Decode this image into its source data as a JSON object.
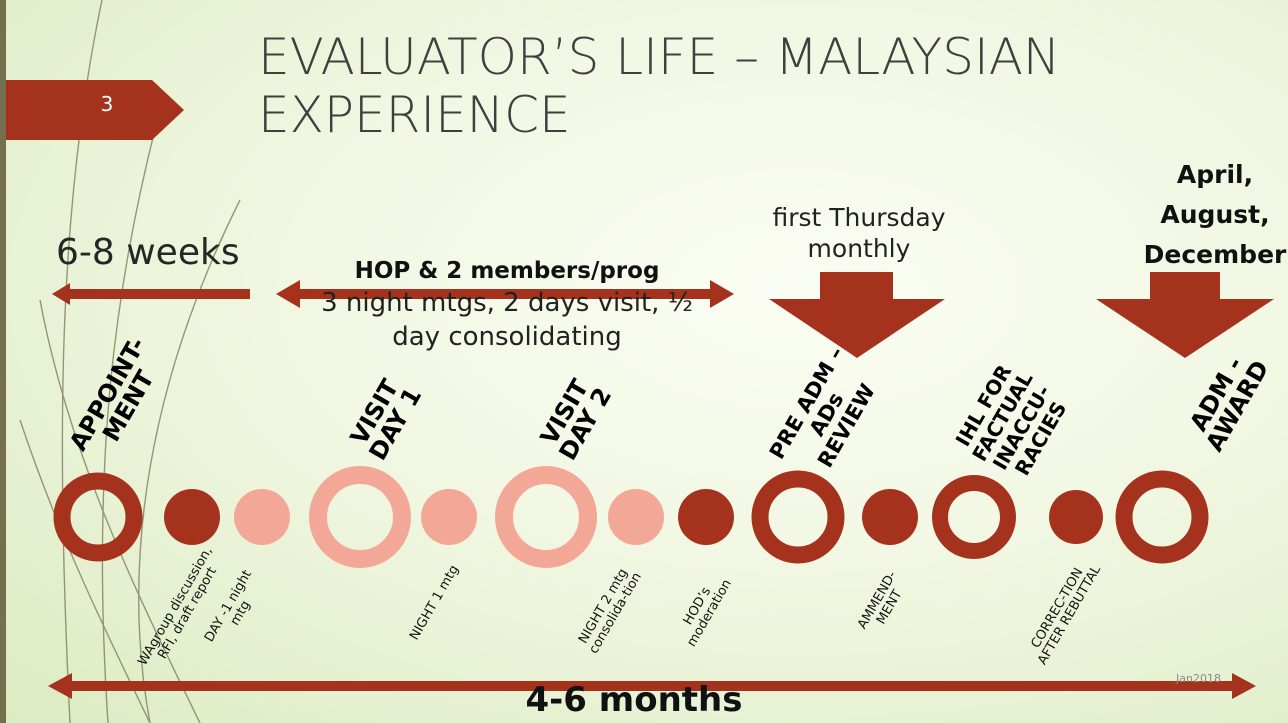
{
  "slide": {
    "number": "3",
    "title_line1": "EVALUATOR’S LIFE – MALAYSIAN",
    "title_line2": "EXPERIENCE",
    "footer_date": "Jan2018"
  },
  "callouts": {
    "weeks": "6-8 weeks",
    "hop_title": "HOP & 2 members/prog",
    "hop_detail": "3 night mtgs, 2 days visit, ½ day consolidating",
    "first_thursday": "first Thursday monthly",
    "award_months": "April, August, December",
    "total_duration": "4-6 months"
  },
  "stages": [
    {
      "label": "APPOINT-MENT"
    },
    {
      "label": "VISIT DAY 1"
    },
    {
      "label": "VISIT DAY 2"
    },
    {
      "label": "PRE ADM – ADs REVIEW"
    },
    {
      "label": "IHL FOR FACTUAL INACCU-RACIES"
    },
    {
      "label": "ADM - AWARD"
    }
  ],
  "substeps": [
    {
      "label": "WAgroup discussion, RFI, draft report"
    },
    {
      "label": "DAY -1 night mtg"
    },
    {
      "label": "NIGHT 1 mtg"
    },
    {
      "label": "NIGHT 2 mtg consolida-tion"
    },
    {
      "label": "HOD’s moderation"
    },
    {
      "label": "AMMEND-MENT"
    },
    {
      "label": "CORREC-TION AFTER REBUTTAL"
    }
  ],
  "colors": {
    "dark_red": "#a5321c",
    "light_pink": "#f3a796",
    "olive_bar": "#74704e",
    "background": "#eef5de"
  }
}
